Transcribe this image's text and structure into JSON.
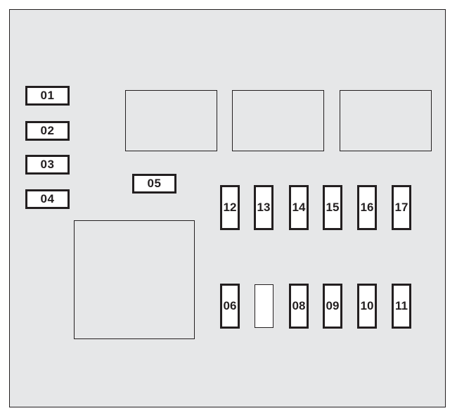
{
  "fuses": {
    "f01": "01",
    "f02": "02",
    "f03": "03",
    "f04": "04",
    "f05": "05",
    "f06": "06",
    "f08": "08",
    "f09": "09",
    "f10": "10",
    "f11": "11",
    "f12": "12",
    "f13": "13",
    "f14": "14",
    "f15": "15",
    "f16": "16",
    "f17": "17"
  },
  "colors": {
    "panel": "#e6e7e8",
    "outline": "#231f20",
    "fuse_fill": "#ffffff"
  }
}
